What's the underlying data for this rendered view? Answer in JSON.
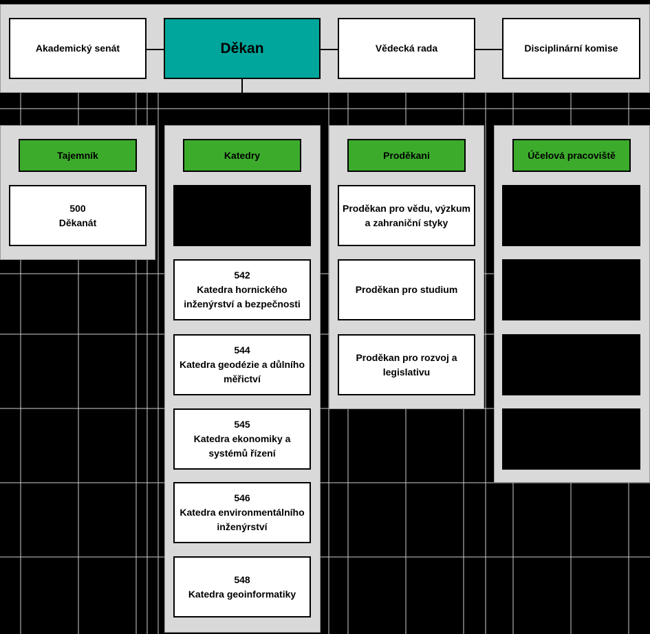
{
  "top_row": {
    "senate": "Akademický senát",
    "dean": "Děkan",
    "scientific_board": "Vědecká rada",
    "disciplinary": "Disciplinární komise"
  },
  "colors": {
    "dean": "#00a59b",
    "header": "#3cab2c",
    "panel": "#d9d9d9"
  },
  "columns": {
    "tajemnik": {
      "header": "Tajemník",
      "boxes": [
        "500\nDěkanát"
      ]
    },
    "katedry": {
      "header": "Katedry",
      "boxes": [
        "",
        "542\nKatedra hornického\ninženýrství a bezpečnosti",
        "544\nKatedra geodézie a důlního\nměřictví",
        "545\nKatedra ekonomiky a\nsystémů řízení",
        "546\nKatedra environmentálního\ninženýrství",
        "548\nKatedra geoinformatiky"
      ]
    },
    "prodekani": {
      "header": "Proděkani",
      "boxes": [
        "Proděkan pro vědu, výzkum\na zahraniční styky",
        "Proděkan pro studium",
        "Proděkan pro rozvoj a\nlegislativu"
      ]
    },
    "ucelova": {
      "header": "Účelová pracoviště",
      "boxes": [
        "",
        "",
        "",
        ""
      ]
    }
  }
}
